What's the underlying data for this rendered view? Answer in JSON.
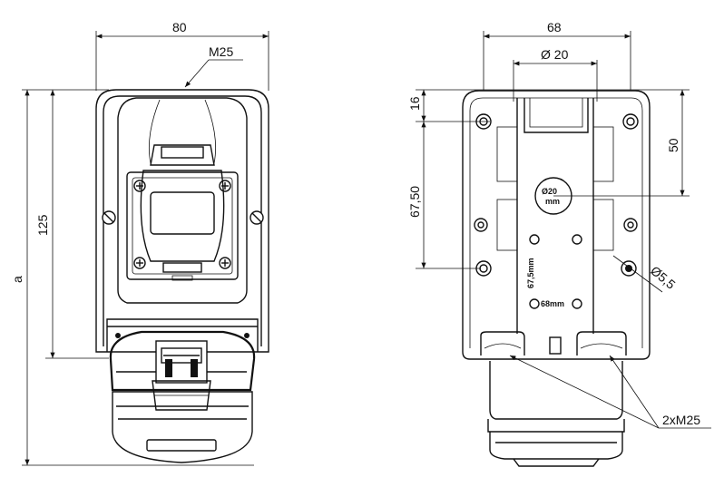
{
  "front_view": {
    "width_dim": "80",
    "thread_label": "M25",
    "height_dim": "125",
    "overall_dim": "a"
  },
  "side_view": {
    "width_dim": "68",
    "hole_dia": "Ø 20",
    "top_offset": "16",
    "hole_spacing": "67,50",
    "hole_depth": "50",
    "mount_hole": "Ø5,5",
    "inner_mark_dia": "Ø20",
    "inner_mark_unit": "mm",
    "inner_mark_v": "67,5mm",
    "inner_mark_h": "68mm",
    "cable_entries": "2xM25"
  }
}
